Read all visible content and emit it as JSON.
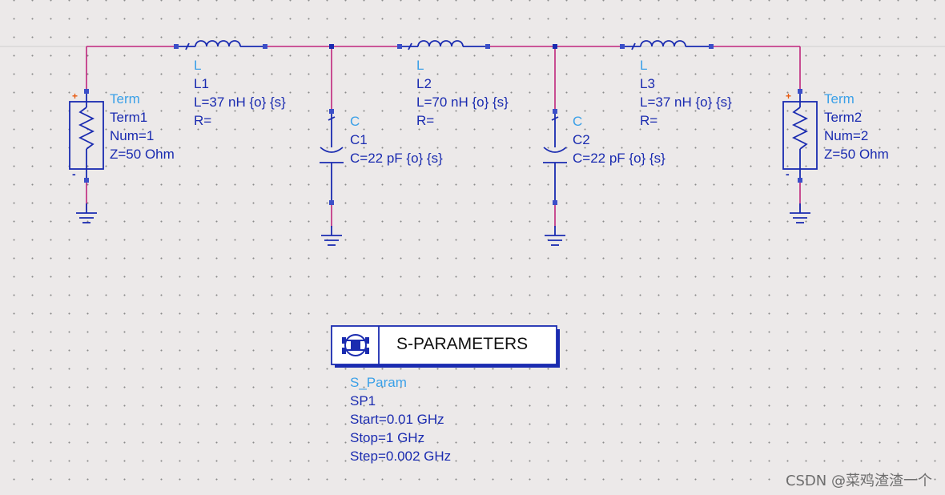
{
  "components": {
    "term1": {
      "type": "Term",
      "name": "Term1",
      "num": "Num=1",
      "z": "Z=50 Ohm"
    },
    "term2": {
      "type": "Term",
      "name": "Term2",
      "num": "Num=2",
      "z": "Z=50 Ohm"
    },
    "l1": {
      "type": "L",
      "name": "L1",
      "value": "L=37 nH {o} {s}",
      "r": "R="
    },
    "l2": {
      "type": "L",
      "name": "L2",
      "value": "L=70 nH {o} {s}",
      "r": "R="
    },
    "l3": {
      "type": "L",
      "name": "L3",
      "value": "L=37 nH {o} {s}",
      "r": "R="
    },
    "c1": {
      "type": "C",
      "name": "C1",
      "value": "C=22 pF {o} {s}"
    },
    "c2": {
      "type": "C",
      "name": "C2",
      "value": "C=22 pF {o} {s}"
    }
  },
  "sparam": {
    "title": "S-PARAMETERS",
    "type": "S_Param",
    "name": "SP1",
    "start": "Start=0.01 GHz",
    "stop": "Stop=1 GHz",
    "step": "Step=0.002 GHz"
  },
  "polarity": {
    "plus": "+",
    "minus": "-"
  },
  "watermark": "CSDN @菜鸡渣渣一个",
  "colors": {
    "wire": "#c0267d",
    "component": "#1a2bb0",
    "type_label": "#3aa0e8",
    "background": "#ece9e9"
  }
}
